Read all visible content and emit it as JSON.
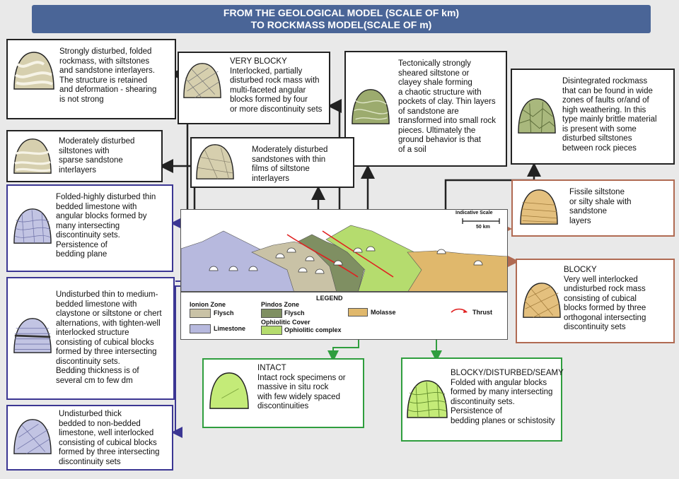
{
  "title": {
    "line1": "FROM THE GEOLOGICAL MODEL (SCALE OF km)",
    "line2": "TO ROCKMASS MODEL(SCALE OF m)"
  },
  "boxes": {
    "strongly_disturbed": [
      "Strongly disturbed, folded",
      "rockmass, with siltstones",
      "and sandstone interlayers.",
      "The structure is retained",
      "and deformation - shearing",
      "is not strong"
    ],
    "very_blocky": [
      "VERY BLOCKY",
      "Interlocked, partially",
      "disturbed rock mass with",
      "multi-faceted angular",
      "blocks formed by four",
      "or more discontinuity sets"
    ],
    "tectonically": [
      "Tectonically strongly",
      "sheared siltstone or",
      "clayey shale forming",
      "a chaotic structure with",
      "pockets of clay. Thin layers",
      "of sandstone are",
      "transformed into small rock",
      "pieces. Ultimately the",
      "ground behavior is that",
      "of a soil"
    ],
    "disintegrated": [
      "Disintegrated rockmass",
      "that can be found in wide",
      "zones of faults or/and of",
      "high weathering. In this",
      "type mainly brittle material",
      "is present with some",
      "disturbed siltstones",
      "between rock pieces"
    ],
    "moderately_siltstones": [
      "Moderately disturbed",
      "siltstones with",
      "sparse sandstone",
      "interlayers"
    ],
    "moderately_sandstones": [
      "Moderately disturbed",
      "sandstones with thin",
      "films of siltstone",
      "interlayers"
    ],
    "folded_limestone": [
      "Folded-highly disturbed thin",
      "bedded limestone with",
      "angular blocks formed by",
      "many intersecting",
      "discontinuity sets.",
      "Persistence of",
      "bedding plane"
    ],
    "undisturbed_thin": [
      "Undisturbed thin to medium-",
      "bedded limestone with",
      "claystone or siltstone or chert",
      "alternations, with tighten-well",
      "interlocked structure",
      "consisting of cubical blocks",
      "formed by three intersecting",
      "discontinuity sets.",
      "Bedding thickness is of",
      "several cm to few dm"
    ],
    "undisturbed_thick": [
      "Undisturbed thick",
      "bedded to non-bedded",
      "limestone, well interlocked",
      "consisting of cubical blocks",
      "formed by three intersecting",
      "discontinuity sets"
    ],
    "fissile": [
      "Fissile siltstone",
      "or silty shale with",
      "sandstone",
      "layers"
    ],
    "blocky": [
      "BLOCKY",
      "Very well interlocked",
      "undisturbed rock mass",
      "consisting of cubical",
      "blocks formed by three",
      "orthogonal intersecting",
      "discontinuity sets"
    ],
    "intact": [
      "INTACT",
      "Intact rock specimens or",
      "massive in situ rock",
      "with few widely spaced",
      "discontinuities"
    ],
    "blocky_disturbed": [
      "BLOCKY/DISTURBED/SEAMY",
      "Folded with angular blocks",
      "formed by many intersecting",
      "discontinuity sets.",
      "Persistence of",
      "bedding planes or schistosity"
    ]
  },
  "section": {
    "scale_label": "Indicative Scale",
    "scale_value": "50 km"
  },
  "legend": {
    "title": "LEGEND",
    "ionion_zone": "Ionion Zone",
    "pindos_zone": "Pindos Zone",
    "flysch_1": "Flysch",
    "flysch_2": "Flysch",
    "limestone": "Limestone",
    "ophiolitic_cover": "Ophiolitic Cover",
    "ophiolitic_complex": "Ophiolitic complex",
    "molasse": "Molasse",
    "thrust": "Thrust"
  },
  "colors": {
    "banner": "#4a6597",
    "flysch": "#c9c2a6",
    "limestone": "#b7b9de",
    "pindos_flysch": "#7f8f62",
    "ophiolite": "#b5dc6e",
    "molasse": "#e0b86c",
    "thrust": "#e02020",
    "black_frame": "#222222",
    "blue_frame": "#3b3693",
    "brown_frame": "#b06a52",
    "green_frame": "#2f9e3e"
  }
}
